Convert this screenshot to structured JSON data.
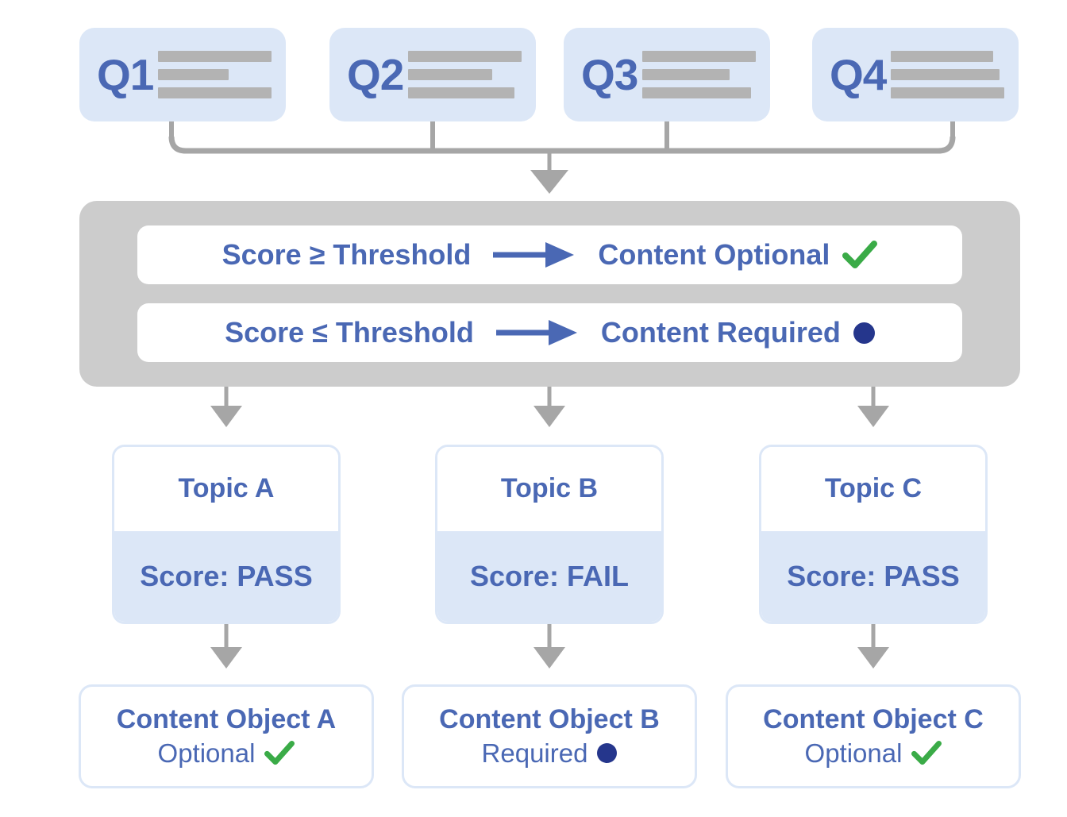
{
  "questions": [
    {
      "label": "Q1",
      "line_widths": [
        "100%",
        "62%",
        "100%"
      ]
    },
    {
      "label": "Q2",
      "line_widths": [
        "100%",
        "74%",
        "94%"
      ]
    },
    {
      "label": "Q3",
      "line_widths": [
        "100%",
        "77%",
        "96%"
      ]
    },
    {
      "label": "Q4",
      "line_widths": [
        "90%",
        "96%",
        "100%"
      ]
    }
  ],
  "rules": {
    "rows": [
      {
        "condition": "Score ≥ Threshold",
        "result": "Content Optional",
        "badge": "check-icon",
        "badge_color": "#3aab47"
      },
      {
        "condition": "Score ≤ Threshold",
        "result": "Content Required",
        "badge": "dot-icon",
        "badge_color": "#25368c"
      }
    ]
  },
  "topics": [
    {
      "title": "Topic A",
      "score_label": "Score: PASS"
    },
    {
      "title": "Topic B",
      "score_label": "Score: FAIL"
    },
    {
      "title": "Topic C",
      "score_label": "Score: PASS"
    }
  ],
  "content_objects": [
    {
      "title": "Content Object A",
      "status": "Optional",
      "badge": "check-icon",
      "badge_color": "#3aab47"
    },
    {
      "title": "Content Object B",
      "status": "Required",
      "badge": "dot-icon",
      "badge_color": "#25368c"
    },
    {
      "title": "Content Object C",
      "status": "Optional",
      "badge": "check-icon",
      "badge_color": "#3aab47"
    }
  ],
  "colors": {
    "card_blue": "#dce7f7",
    "text_blue": "#4a68b4",
    "panel_gray": "#cccccc",
    "connector_gray": "#a6a6a6",
    "placeholder_gray": "#b3b3b3",
    "check_green": "#3aab47",
    "dot_navy": "#25368c"
  }
}
